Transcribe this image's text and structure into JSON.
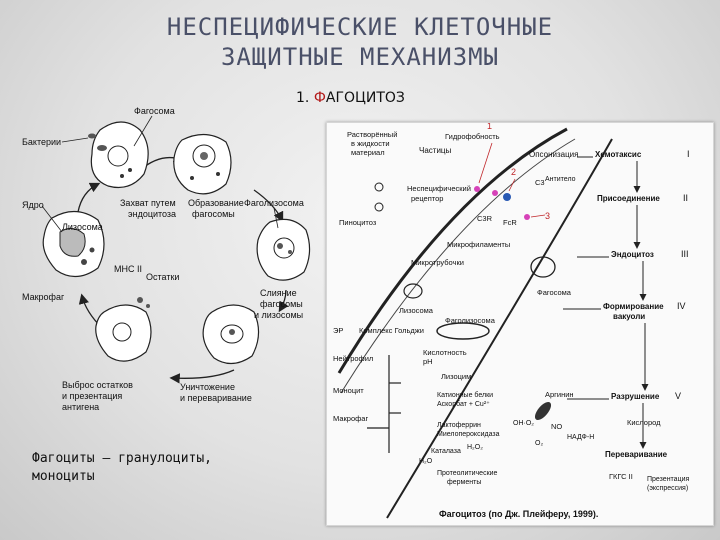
{
  "header": {
    "title_line1": "НЕСПЕЦИФИЧЕСКИЕ КЛЕТОЧНЫЕ",
    "title_line2": "ЗАЩИТНЫЕ МЕХАНИЗМЫ",
    "subtitle_prefix": "1. ",
    "subtitle_accent": "Ф",
    "subtitle_rest": "АГОЦИТОЗ",
    "accent_color": "#b21818"
  },
  "cycle": {
    "phagosome": "Фагосома",
    "bacteria": "Бактерии",
    "capture": [
      "Захват путем",
      "эндоцитоза"
    ],
    "formation": [
      "Образование",
      "фагосомы"
    ],
    "phagolysosome": "Фаголизосома",
    "nucleus": "Ядро",
    "lysosome": "Лизосома",
    "mhc": "МНС II",
    "residues": "Остатки",
    "macrophage": "Макрофаг",
    "fusion": [
      "Слияние",
      "фагосомы",
      "и лизосомы"
    ],
    "release": [
      "Выброс остатков",
      "и презентация",
      "антигена"
    ],
    "digestion": [
      "Уничтожение",
      "и переваривание"
    ]
  },
  "caption": {
    "line1": "Фагоциты – гранулоциты,",
    "line2": "моноциты"
  },
  "scheme": {
    "dissolved": [
      "Растворённый",
      "в жидкости",
      "материал"
    ],
    "particles": "Частицы",
    "hydrophobicity": "Гидрофобность",
    "opsonization": "Опсонизация",
    "n1": "1",
    "n2": "2",
    "n3": "3",
    "c3": "C3",
    "antibody": "Антитело",
    "nonspecific": [
      "Неспецифический",
      "рецептор"
    ],
    "c3r": "C3R",
    "fcr": "FcR",
    "pinocytosis": "Пиноцитоз",
    "microfilaments": "Микрофиламенты",
    "microtubules": "Микротрубочки",
    "phagosome": "Фагосома",
    "lysosome": "Лизосома",
    "phagolysosome": "Фаголизосома",
    "er": "ЭР",
    "golgi": "Комплекс Гольджи",
    "neutrophil": "Нейтрофил",
    "monocyte": "Моноцит",
    "macrophage": "Макрофаг",
    "acidity": [
      "Кислотность",
      "pH"
    ],
    "lysozyme": "Лизоцим",
    "cationic": [
      "Катионные белки",
      "Аскорбат + Cu²⁺"
    ],
    "lactoferrin": [
      "Лактоферрин",
      "Миелопероксидаза"
    ],
    "arginine": "Аргинин",
    "oh_species": "OH·O₂",
    "no": "NO",
    "nadph": "НАДФ-Н",
    "catalase": "Каталаза",
    "h2o": "H₂O",
    "h2o2": "H₂O₂",
    "o2": "O₂",
    "proteolytic": [
      "Протеолитические",
      "ферменты"
    ],
    "oxygen": "Кислород",
    "chemotaxis": "Хемотаксис",
    "r1": "I",
    "attachment": "Присоединение",
    "r2": "II",
    "endocytosis": "Эндоцитоз",
    "r3": "III",
    "vacuole": [
      "Формирование",
      "вакуоли"
    ],
    "r4": "IV",
    "destruction": "Разрушение",
    "r5": "V",
    "digestion": "Переваривание",
    "mhc": "ГКГС II",
    "presentation": [
      "Презентация",
      "(экспрессия)"
    ],
    "source": "Фагоцитоз (по Дж. Плейферу, 1999)."
  }
}
